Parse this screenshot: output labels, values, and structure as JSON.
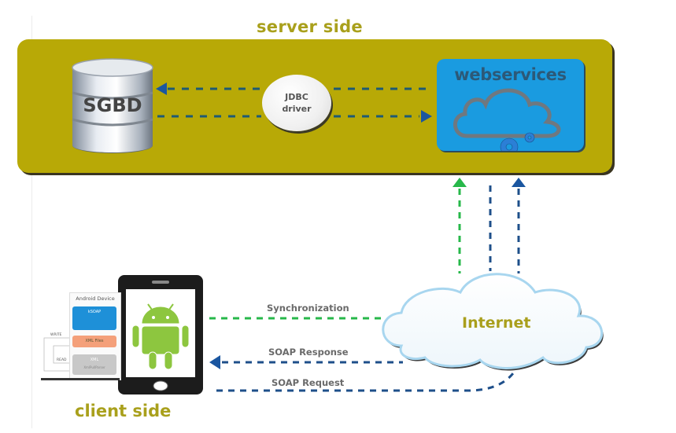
{
  "diagram": {
    "server": {
      "title": "server side",
      "database_label": "SGBD",
      "driver": {
        "line1": "JDBC",
        "line2": "driver"
      },
      "webservices_label": "webservices"
    },
    "network": {
      "internet_label": "Internet"
    },
    "client": {
      "title": "client side",
      "device_panel": {
        "title": "Android Device",
        "blocks": [
          {
            "label": "kSOAP",
            "color": "#1e90d8"
          },
          {
            "label": "XML Files",
            "color": "#f4a07a"
          },
          {
            "label": "XML",
            "sublabel": "XmlPullParser",
            "color": "#c8c8c8"
          }
        ],
        "write_label": "WRITE",
        "read_label": "READ"
      }
    },
    "flows": [
      {
        "label": "Synchronization",
        "color": "#27b84a"
      },
      {
        "label": "SOAP Response",
        "color": "#1e4f8a"
      },
      {
        "label": "SOAP Request",
        "color": "#1e4f8a"
      }
    ],
    "colors": {
      "server_box": "#b8a906",
      "title_text": "#a9a01c",
      "webservices_box": "#1a9be0",
      "android_green": "#8dc63f",
      "arrow_blue": "#1e4f8a",
      "arrow_green": "#27b84a"
    }
  }
}
